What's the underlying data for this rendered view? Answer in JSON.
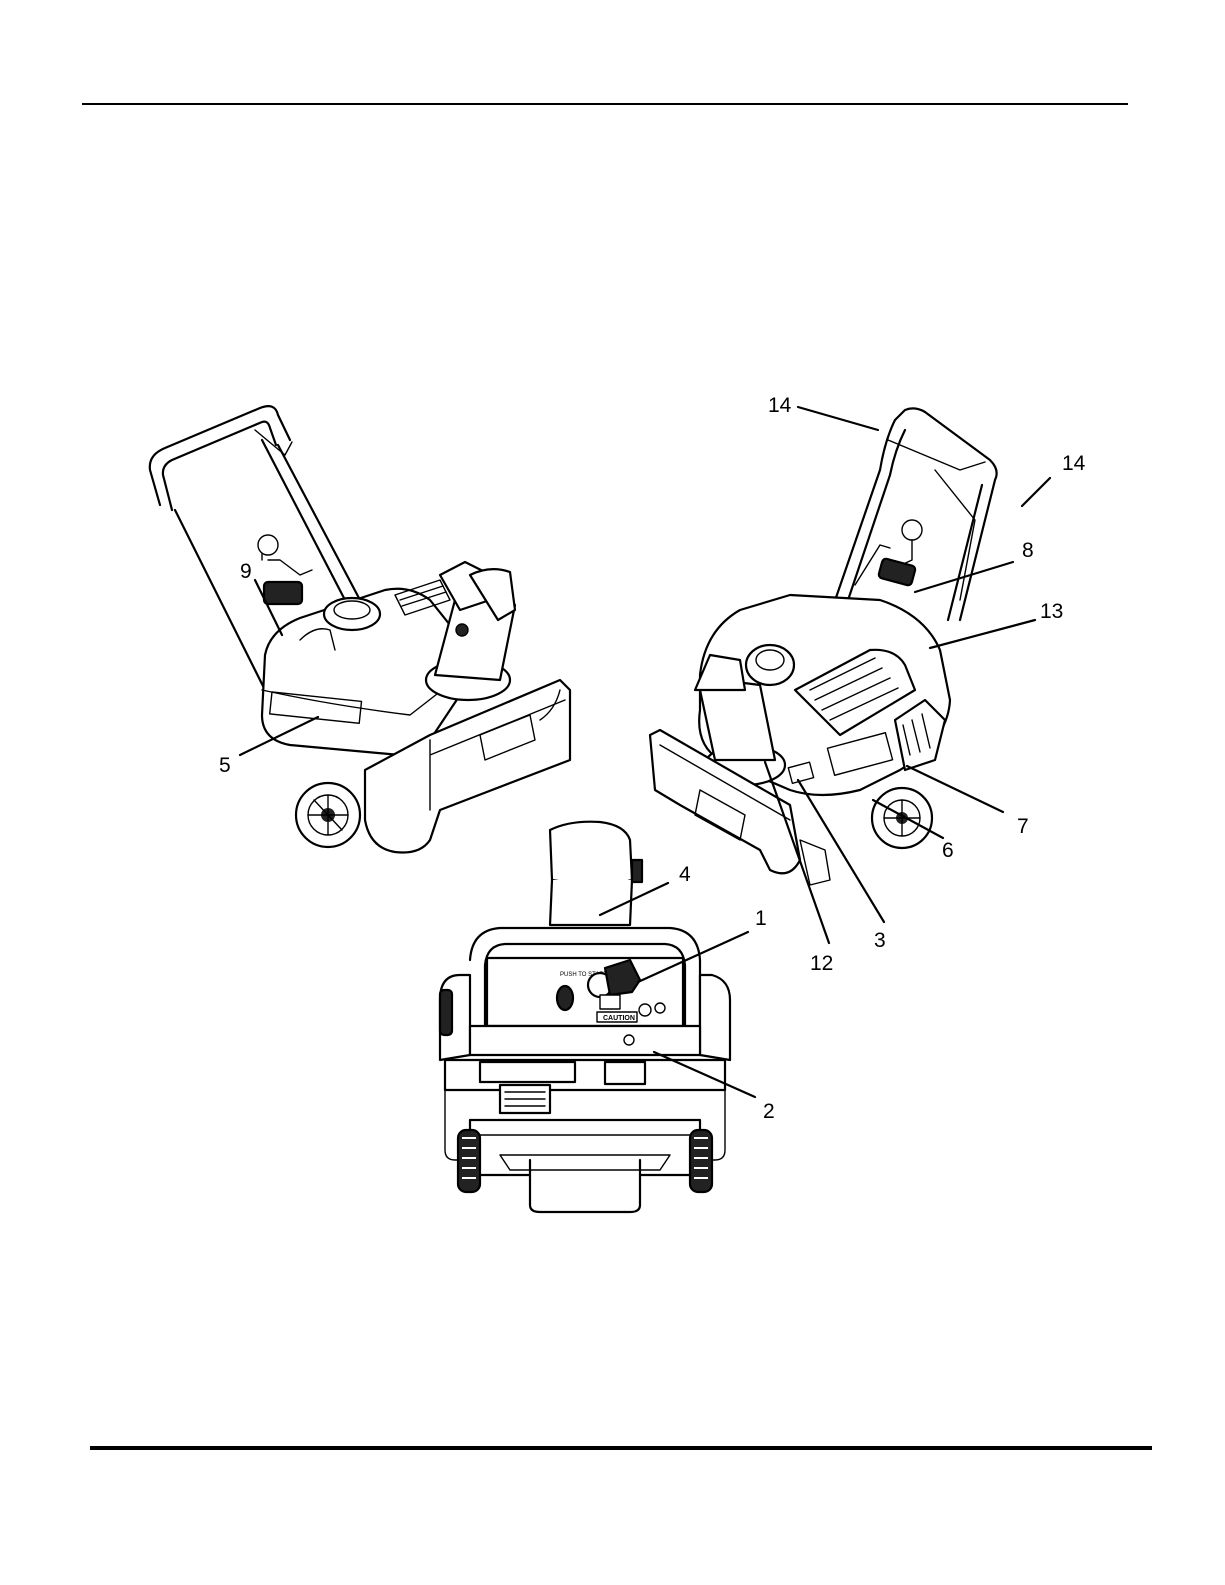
{
  "callouts": [
    {
      "id": "14a",
      "label": "14"
    },
    {
      "id": "14b",
      "label": "14"
    },
    {
      "id": "8",
      "label": "8"
    },
    {
      "id": "13",
      "label": "13"
    },
    {
      "id": "9",
      "label": "9"
    },
    {
      "id": "5",
      "label": "5"
    },
    {
      "id": "7",
      "label": "7"
    },
    {
      "id": "6",
      "label": "6"
    },
    {
      "id": "4",
      "label": "4"
    },
    {
      "id": "1",
      "label": "1"
    },
    {
      "id": "3",
      "label": "3"
    },
    {
      "id": "12",
      "label": "12"
    },
    {
      "id": "2",
      "label": "2"
    }
  ],
  "panel": {
    "caution_label": "CAUTION",
    "push_to_start_label": "PUSH TO START"
  },
  "colors": {
    "ink": "#000000",
    "paper": "#ffffff"
  }
}
